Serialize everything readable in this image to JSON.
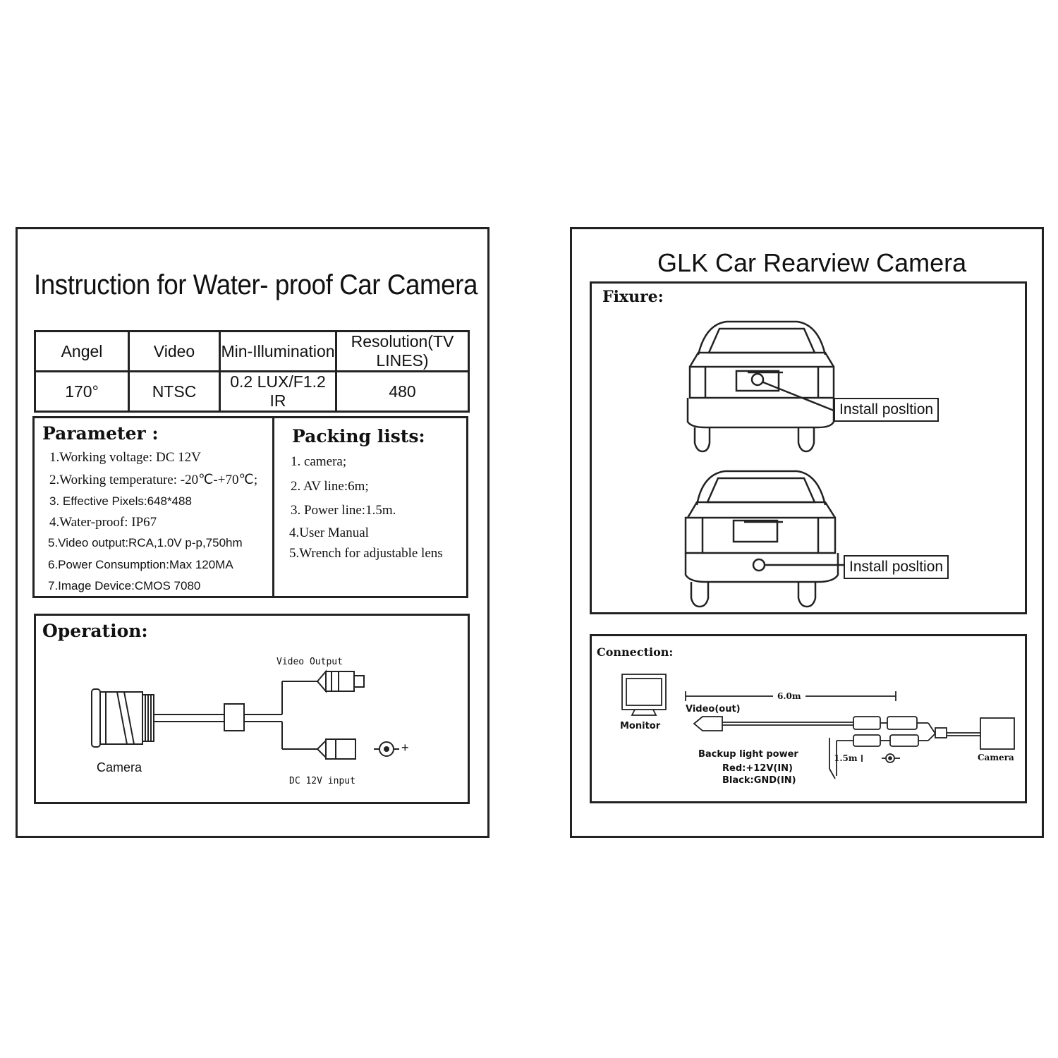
{
  "left": {
    "title": "Instruction for Water- proof  Car Camera",
    "spec_table": {
      "headers": [
        "Angel",
        "Video",
        "Min-Illumination",
        "Resolution(TV LINES)"
      ],
      "values": [
        "170°",
        "NTSC",
        "0.2 LUX/F1.2 IR",
        "480"
      ]
    },
    "parameter": {
      "heading": "Parameter    :",
      "items": [
        "1.Working voltage:  DC 12V",
        "2.Working temperature: -20℃-+70℃;",
        "3. Effective Pixels:648*488",
        "4.Water-proof: IP67",
        "5.Video output:RCA,1.0V p-p,750hm",
        "6.Power Consumption:Max 120MA",
        "7.Image Device:CMOS 7080"
      ]
    },
    "packing": {
      "heading": "Packing lists:",
      "items": [
        "1. camera;",
        "2. AV line:6m;",
        "3. Power line:1.5m.",
        "4.User Manual",
        "5.Wrench for adjustable lens"
      ]
    },
    "operation": {
      "heading": "Operation:",
      "video_output_label": "Video Output",
      "dc_input_label": "DC 12V input",
      "camera_label": "Camera",
      "plus_label": "+"
    }
  },
  "right": {
    "title": "GLK Car Rearview Camera",
    "fixture": {
      "heading": "Fixure:",
      "install_label_1": "Install posltion",
      "install_label_2": "Install posltion"
    },
    "connection": {
      "heading": "Connection:",
      "monitor_label": "Monitor",
      "video_out_label": "Video(out)",
      "length_av": "6.0m",
      "length_power": "1.5m",
      "backup_label": "Backup light power",
      "red_label": "Red:+12V(IN)",
      "black_label": "Black:GND(IN)",
      "camera_label": "Camera"
    }
  },
  "colors": {
    "ink": "#222222",
    "background": "#ffffff"
  }
}
